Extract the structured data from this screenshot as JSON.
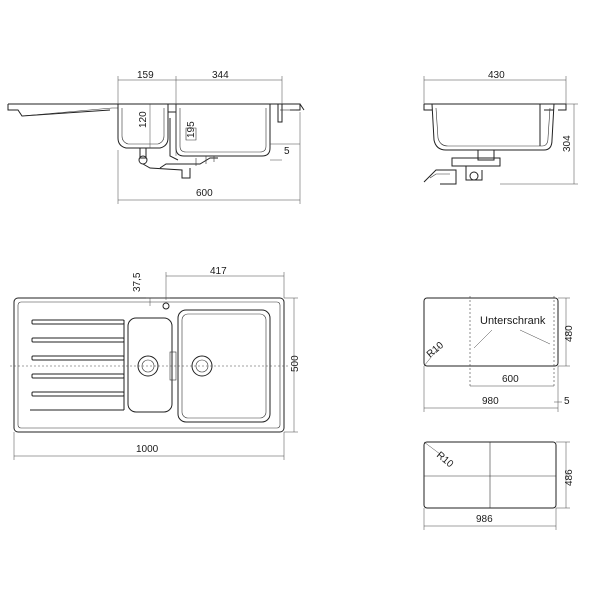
{
  "side_view": {
    "dim_159": "159",
    "dim_344": "344",
    "dim_120": "120",
    "dim_195": "195",
    "dim_5": "5",
    "dim_600": "600"
  },
  "end_view": {
    "dim_430": "430",
    "dim_304": "304"
  },
  "top_view": {
    "dim_37_5": "37,5",
    "dim_417": "417",
    "dim_500": "500",
    "dim_1000": "1000"
  },
  "cutout_view": {
    "label": "Unterschrank",
    "radius": "R10",
    "dim_480": "480",
    "dim_600": "600",
    "dim_980": "980",
    "dim_5": "5"
  },
  "cutout_view_2": {
    "radius": "R10",
    "dim_486": "486",
    "dim_986": "986"
  }
}
